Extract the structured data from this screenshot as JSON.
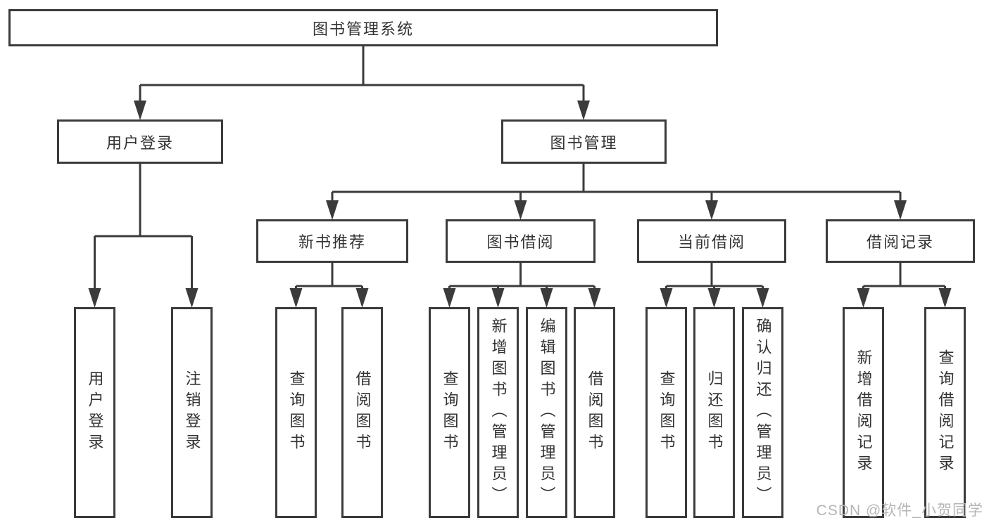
{
  "diagram_type": "hierarchy-tree",
  "colors": {
    "line": "#3b3b3b",
    "text": "#333333",
    "box_fill": "#ffffff",
    "watermark": "#b5b5b5",
    "canvas_bg": "#ffffff"
  },
  "tree": {
    "root": {
      "label": "图书管理系统"
    },
    "branches": [
      {
        "label": "用户登录",
        "children": [
          {
            "label": "用户登录"
          },
          {
            "label": "注销登录"
          }
        ]
      },
      {
        "label": "图书管理",
        "children": [
          {
            "label": "新书推荐",
            "children": [
              {
                "label": "查询图书"
              },
              {
                "label": "借阅图书"
              }
            ]
          },
          {
            "label": "图书借阅",
            "children": [
              {
                "label": "查询图书"
              },
              {
                "label": "新增图书（管理员）"
              },
              {
                "label": "编辑图书（管理员）"
              },
              {
                "label": "借阅图书"
              }
            ]
          },
          {
            "label": "当前借阅",
            "children": [
              {
                "label": "查询图书"
              },
              {
                "label": "归还图书"
              },
              {
                "label": "确认归还（管理员）"
              }
            ]
          },
          {
            "label": "借阅记录",
            "children": [
              {
                "label": "新增借阅记录"
              },
              {
                "label": "查询借阅记录"
              }
            ]
          }
        ]
      }
    ]
  },
  "watermark": {
    "text": "CSDN @软件_小贺同学"
  }
}
